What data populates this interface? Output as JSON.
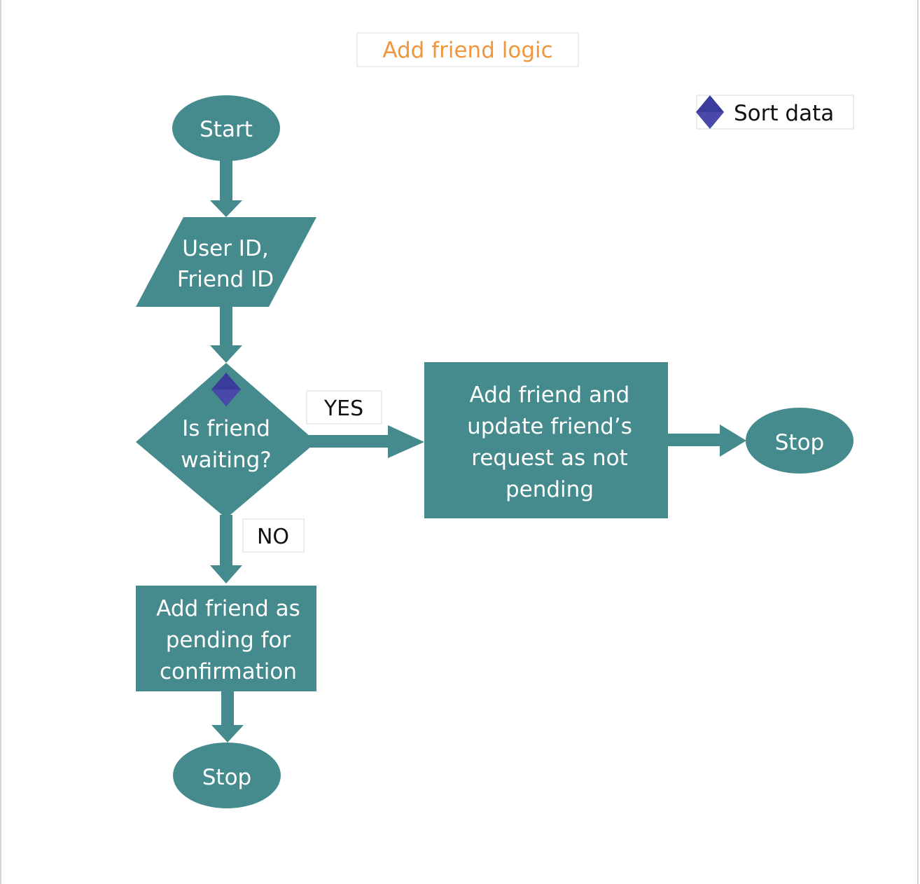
{
  "title": "Add friend logic",
  "legend": {
    "label": "Sort data",
    "icon": "diamond-icon",
    "icon_color": "#3a3c9c"
  },
  "colors": {
    "node": "#458a8c",
    "title": "#f0963c",
    "label_box_border": "#dfe9ec"
  },
  "nodes": {
    "start": "Start",
    "input": [
      "User ID,",
      "Friend ID"
    ],
    "decision": [
      "Is friend",
      "waiting?"
    ],
    "yes_process": [
      "Add friend and",
      "update friend’s",
      "request as not",
      "pending"
    ],
    "no_process": [
      "Add friend as",
      "pending for",
      "confirmation"
    ],
    "stop_yes": "Stop",
    "stop_no": "Stop"
  },
  "edge_labels": {
    "yes": "YES",
    "no": "NO"
  }
}
